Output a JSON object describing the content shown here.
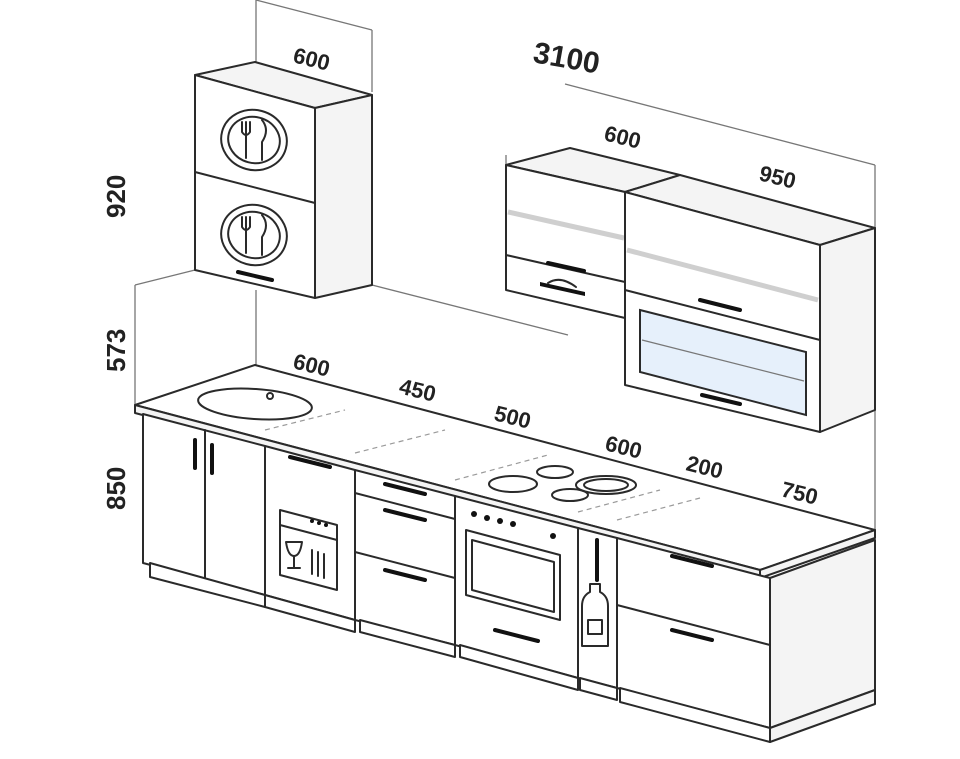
{
  "dimensions": {
    "total_width": "3100",
    "tall_wall_cabinet_width": "600",
    "wall_cabinet_left_width": "600",
    "wall_cabinet_right_width": "950",
    "wall_cabinet_height": "920",
    "backsplash_height": "573",
    "base_height": "850",
    "base_sink": "600",
    "base_dishwasher": "450",
    "base_drawers": "500",
    "base_oven": "600",
    "base_bottle": "200",
    "base_end": "750"
  },
  "icons": {
    "cutlery": "fork-knife-icon",
    "dishwasher": "dishwasher-icon",
    "bottle": "bottle-icon",
    "hood": "range-hood-icon"
  },
  "colors": {
    "line": "#2a2a2a",
    "glass": "#e6f0fb",
    "background": "#ffffff"
  }
}
